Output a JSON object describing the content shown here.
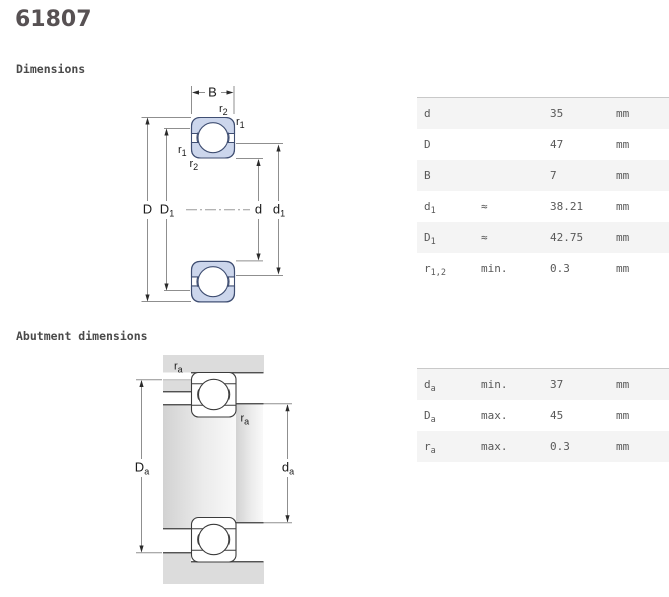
{
  "page": {
    "title": "61807"
  },
  "dimensions_section": {
    "heading": "Dimensions",
    "table": {
      "rows": [
        {
          "symbol": "d",
          "sub": "",
          "qualifier": "",
          "value": "35",
          "unit": "mm"
        },
        {
          "symbol": "D",
          "sub": "",
          "qualifier": "",
          "value": "47",
          "unit": "mm"
        },
        {
          "symbol": "B",
          "sub": "",
          "qualifier": "",
          "value": "7",
          "unit": "mm"
        },
        {
          "symbol": "d",
          "sub": "1",
          "qualifier": "≈",
          "value": "38.21",
          "unit": "mm"
        },
        {
          "symbol": "D",
          "sub": "1",
          "qualifier": "≈",
          "value": "42.75",
          "unit": "mm"
        },
        {
          "symbol": "r",
          "sub": "1,2",
          "qualifier": "min.",
          "value": "0.3",
          "unit": "mm"
        }
      ]
    },
    "drawing": {
      "labels": {
        "B": {
          "main": "B",
          "sub": ""
        },
        "D": {
          "main": "D",
          "sub": ""
        },
        "D1": {
          "main": "D",
          "sub": "1"
        },
        "d": {
          "main": "d",
          "sub": ""
        },
        "d1": {
          "main": "d",
          "sub": "1"
        },
        "r1": {
          "main": "r",
          "sub": "1"
        },
        "r2": {
          "main": "r",
          "sub": "2"
        }
      }
    }
  },
  "abutment_section": {
    "heading": "Abutment dimensions",
    "table": {
      "rows": [
        {
          "symbol": "d",
          "sub": "a",
          "qualifier": "min.",
          "value": "37",
          "unit": "mm"
        },
        {
          "symbol": "D",
          "sub": "a",
          "qualifier": "max.",
          "value": "45",
          "unit": "mm"
        },
        {
          "symbol": "r",
          "sub": "a",
          "qualifier": "max.",
          "value": "0.3",
          "unit": "mm"
        }
      ]
    },
    "drawing": {
      "labels": {
        "Da": {
          "main": "D",
          "sub": "a"
        },
        "da": {
          "main": "d",
          "sub": "a"
        },
        "ra": {
          "main": "r",
          "sub": "a"
        }
      }
    }
  },
  "colors": {
    "title_text": "#575153",
    "heading_text": "#4a4a4a",
    "table_text": "#595959",
    "table_alt_row": "#f4f4f4",
    "ring_fill": "#ccd6ec",
    "ring_stroke": "#3f4e72",
    "housing_fill": "#dcdcdc",
    "dimension_line": "#8f8f8f"
  }
}
